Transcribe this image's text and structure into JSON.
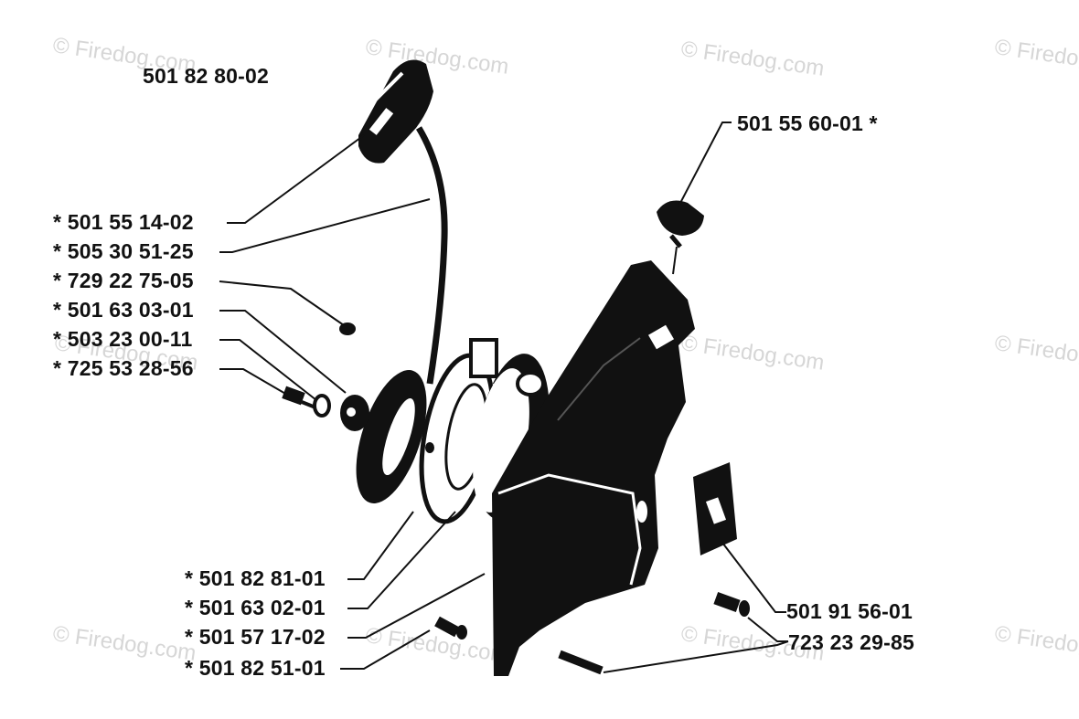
{
  "assembly_number": "501 82 80-02",
  "watermark_text": "© Firedog.com",
  "ink_color": "#111111",
  "watermark_color": "#d6d6d6",
  "callouts": {
    "c1": "501 55 60-01  *",
    "c2": "*  501 55 14-02",
    "c3": "*  505 30 51-25",
    "c4": "*  729 22 75-05",
    "c5": "*  501 63 03-01",
    "c6": "*  503 23 00-11",
    "c7": "*  725 53 28-56",
    "c8": "*  501 82 81-01",
    "c9": "*  501 63 02-01",
    "c10": "*  501 57 17-02",
    "c11": "*  501 82 51-01",
    "c12": "501 91 56-01",
    "c13": "723 23 29-85"
  }
}
